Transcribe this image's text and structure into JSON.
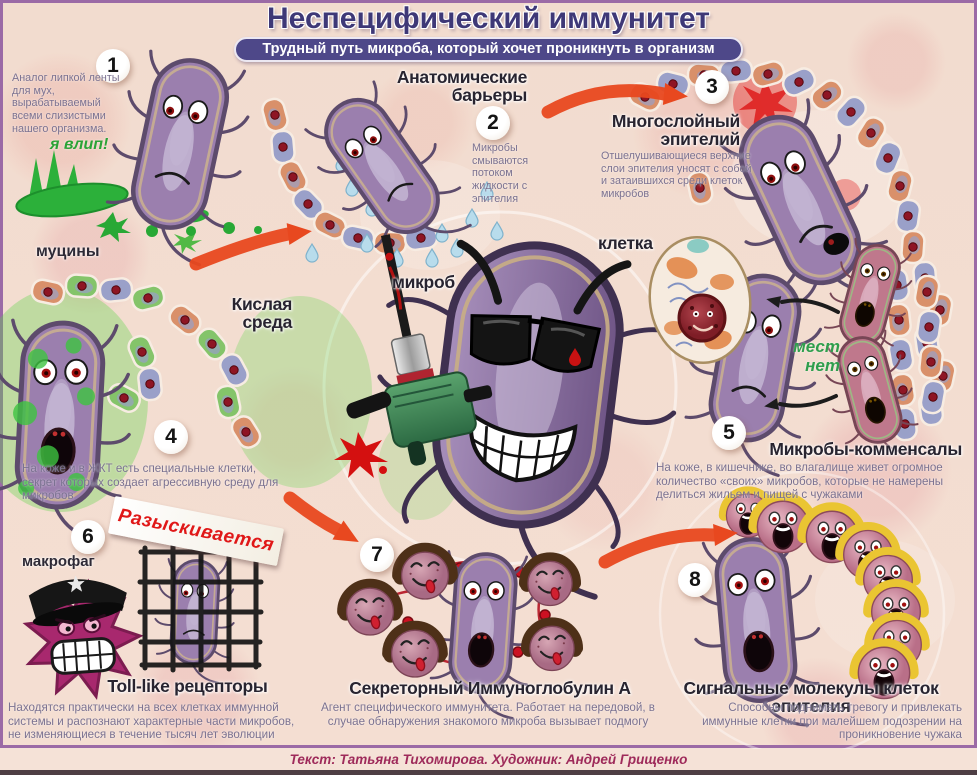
{
  "header": {
    "title": "Неспецифический иммунитет",
    "subtitle": "Трудный путь микроба, который хочет проникнуть в организм"
  },
  "center": {
    "microbe_label": "микроб",
    "cell_label": "клетка"
  },
  "sections": [
    {
      "num": "1",
      "label": "муцины",
      "speech": "я влип!",
      "body": "Аналог липкой ленты для мух, вырабатываемый всеми слизистыми нашего организма."
    },
    {
      "num": "2",
      "heading": "Анатомические барьеры",
      "body": "Микробы смываются потоком жидкости с эпителия"
    },
    {
      "num": "3",
      "heading": "Многослойный эпителий",
      "body": "Отшелушивающиеся верхние слои эпителия уносят с собой и затаившихся среди клеток микробов"
    },
    {
      "num": "4",
      "heading": "Кислая среда",
      "body": "На коже и в ЖКТ есть специальные клетки, секрет которых создает агрессивную среду для микробов"
    },
    {
      "num": "5",
      "heading": "Микробы-комменсалы",
      "speech": "мест нет",
      "body": "На коже, в кишечнике, во влагалище живет огромное количество «своих» микробов, которые не намерены делиться жильем и пищей с чужаками"
    },
    {
      "num": "6",
      "heading": "Toll-like рецепторы",
      "label": "макрофаг",
      "banner": "Разыскивается",
      "body": "Находятся практически на всех клетках иммунной системы и распознают характерные части микробов, не изменяющиеся в течение тысяч лет эволюции"
    },
    {
      "num": "7",
      "heading": "Секреторный Иммуноглобулин А",
      "body": "Агент специфического иммунитета. Работает на передовой, в случае обнаружения знакомого микроба вызывает подмогу"
    },
    {
      "num": "8",
      "heading": "Сигнальные молекулы клеток эпителия",
      "body": "Способны поднимать тревогу и привлекать иммунные клетки при малейшем подозрении на проникновение чужака"
    }
  ],
  "footer": {
    "credit": "Текст: Татьяна Тихомирова. Художник: Андрей Грищенко"
  },
  "colors": {
    "panel_border": "#9b6aa6",
    "title": "#3e3877",
    "subtitle_bg": "#4e4889",
    "arrow": "#e8481f",
    "speech_green": "#2ba336",
    "banner_text": "#e01818",
    "credit_text": "#9e2a5a",
    "microbe_body": "#9b7fae",
    "background": "#f2dccf"
  }
}
